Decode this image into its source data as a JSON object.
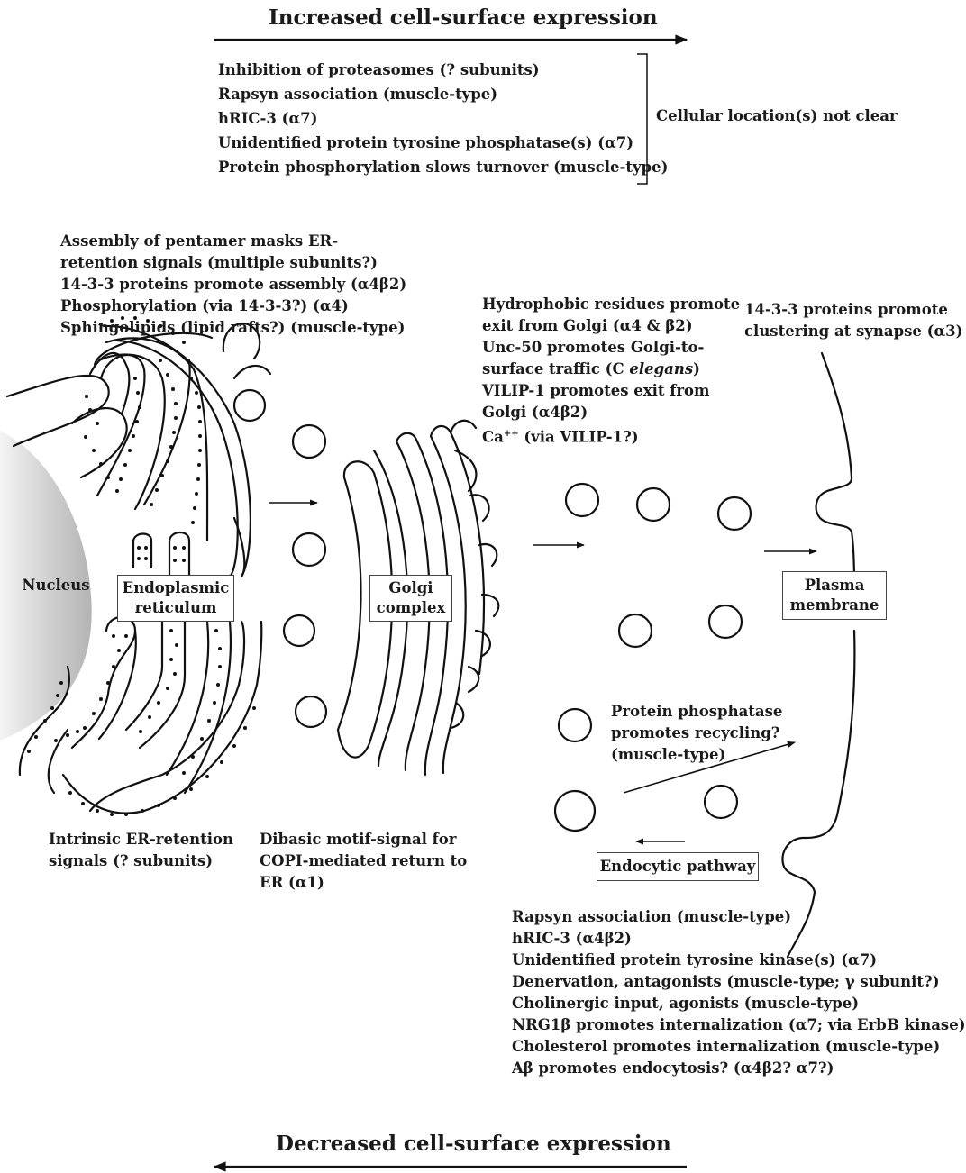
{
  "top": {
    "heading": "Increased cell-surface expression",
    "items": [
      "Inhibition of proteasomes (? subunits)",
      "Rapsyn association (muscle-type)",
      "hRIC-3 (α7)",
      "Unidentified protein tyrosine phosphatase(s) (α7)",
      "Protein phosphorylation slows turnover (muscle-type)"
    ],
    "bracket_label": "Cellular location(s) not clear"
  },
  "er_notes": [
    "Assembly of pentamer masks ER-",
    "retention signals (multiple subunits?)",
    "14-3-3 proteins promote assembly (α4β2)",
    "Phosphorylation (via 14-3-3?) (α4)",
    "Sphingolipids (lipid rafts?) (muscle-type)"
  ],
  "golgi_notes": [
    "Hydrophobic residues promote",
    "exit from Golgi (α4 & β2)",
    "Unc-50 promotes Golgi-to-",
    "surface traffic (C ",
    "elegans",
    ")",
    "VILIP-1 promotes exit from",
    "Golgi (α4β2)",
    "Ca",
    "++",
    " (via VILIP-1?)"
  ],
  "synapse_notes": [
    "14-3-3 proteins promote",
    "clustering at synapse (α3)"
  ],
  "labels": {
    "nucleus": "Nucleus",
    "er": [
      "Endoplasmic",
      "reticulum"
    ],
    "golgi": [
      "Golgi",
      "complex"
    ],
    "plasma": [
      "Plasma",
      "membrane"
    ],
    "endocytic": "Endocytic pathway"
  },
  "phosphatase_notes": [
    "Protein phosphatase",
    "promotes recycling?",
    "(muscle-type)"
  ],
  "er_retention": [
    "Intrinsic ER-retention",
    "signals (? subunits)"
  ],
  "dibasic": [
    "Dibasic motif-signal for",
    "COPI-mediated return to",
    "ER (α1)"
  ],
  "bottom": {
    "items": [
      "Rapsyn association (muscle-type)",
      "hRIC-3 (α4β2)",
      "Unidentified protein tyrosine kinase(s) (α7)",
      "Denervation, antagonists (muscle-type; γ subunit?)",
      "Cholinergic input, agonists (muscle-type)",
      "NRG1β promotes internalization (α7; via ErbB kinase)",
      "Cholesterol promotes internalization (muscle-type)",
      "Aβ promotes endocytosis? (α4β2? α7?)"
    ],
    "heading": "Decreased cell-surface expression"
  }
}
